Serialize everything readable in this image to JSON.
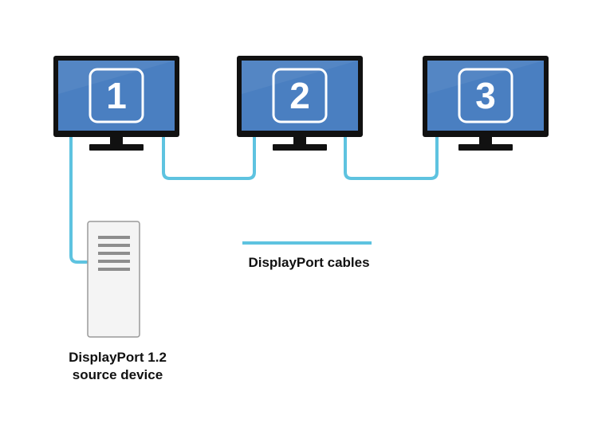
{
  "monitors": [
    {
      "number": "1"
    },
    {
      "number": "2"
    },
    {
      "number": "3"
    }
  ],
  "legend": {
    "label": "DisplayPort cables"
  },
  "source": {
    "line1": "DisplayPort 1.2",
    "line2": "source device"
  },
  "colors": {
    "screen": "#4a7fc1",
    "bezel": "#111111",
    "cable": "#5ec3e0",
    "tower_fill": "#f4f4f4",
    "tower_stroke": "#9a9a9a",
    "vent": "#8e8e8e",
    "badge_stroke": "#ffffff"
  }
}
